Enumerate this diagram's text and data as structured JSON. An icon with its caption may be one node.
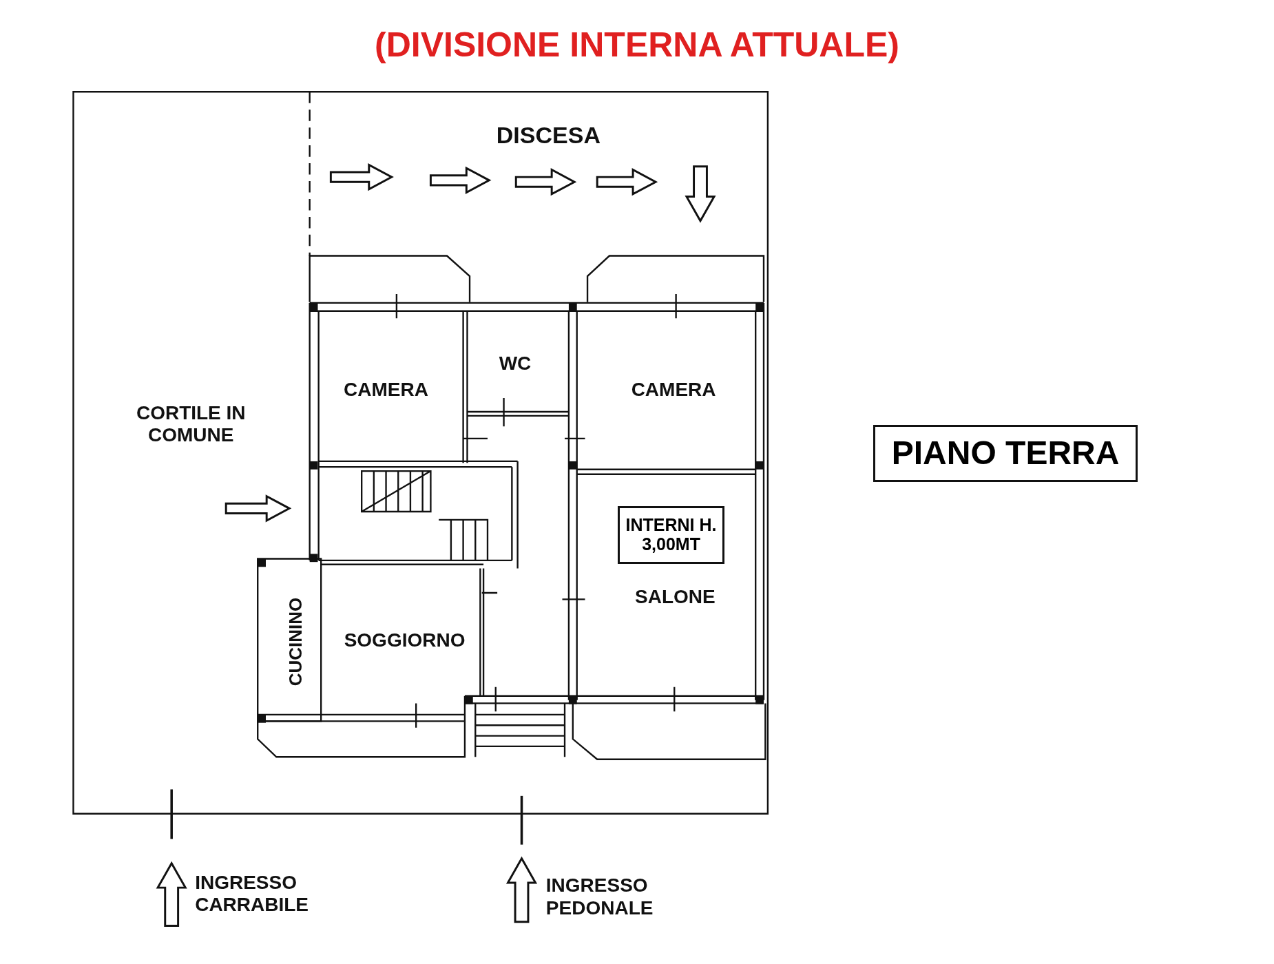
{
  "diagram": {
    "title": "(DIVISIONE INTERNA ATTUALE)",
    "nodes": [
      {
        "text": [
          "PIANO TERRA"
        ]
      },
      {
        "text": [
          "INTERNI H. 3,00MT"
        ]
      }
    ],
    "labels": [
      "DISCESA",
      "CAMERA",
      "WC",
      "CAMERA",
      "CORTILE IN COMUNE",
      "SALONE",
      "CUCININO",
      "SOGGIORNO",
      "INGRESSO CARRABILE",
      "INGRESSO PEDONALE"
    ]
  }
}
